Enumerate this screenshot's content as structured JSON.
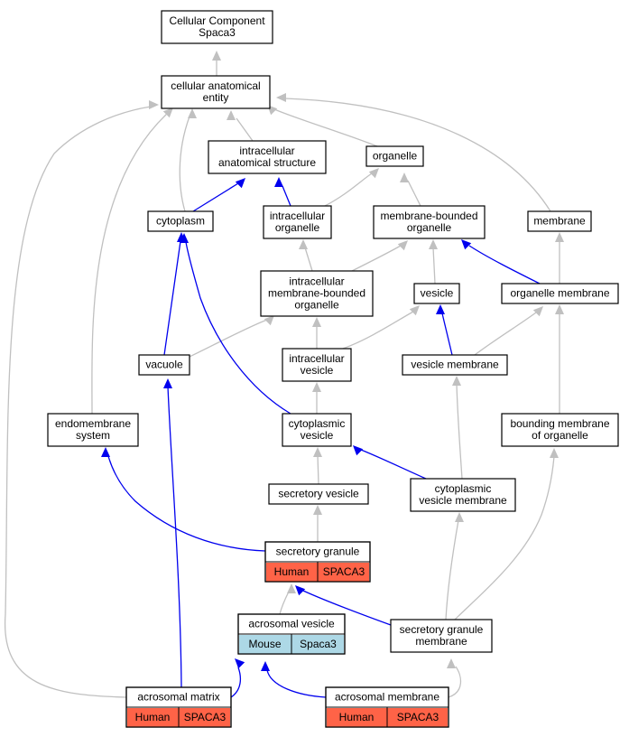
{
  "colors": {
    "is_a": "#c0c0c0",
    "part_of": "#0000ee",
    "human": "#ff6347",
    "mouse": "#add8e6"
  },
  "nodes": {
    "root": [
      "Cellular Component",
      "Spaca3"
    ],
    "cae": [
      "cellular anatomical",
      "entity"
    ],
    "ias": [
      "intracellular",
      "anatomical structure"
    ],
    "organelle": [
      "organelle"
    ],
    "cytoplasm": [
      "cytoplasm"
    ],
    "iorg": [
      "intracellular",
      "organelle"
    ],
    "mbo": [
      "membrane-bounded",
      "organelle"
    ],
    "membrane": [
      "membrane"
    ],
    "imbo": [
      "intracellular",
      "membrane-bounded",
      "organelle"
    ],
    "vesicle": [
      "vesicle"
    ],
    "orgmem": [
      "organelle membrane"
    ],
    "vacuole": [
      "vacuole"
    ],
    "ivesicle": [
      "intracellular",
      "vesicle"
    ],
    "vesmem": [
      "vesicle membrane"
    ],
    "endo": [
      "endomembrane",
      "system"
    ],
    "cytves": [
      "cytoplasmic",
      "vesicle"
    ],
    "bmo": [
      "bounding membrane",
      "of organelle"
    ],
    "cvm": [
      "cytoplasmic",
      "vesicle membrane"
    ],
    "secves": [
      "secretory vesicle"
    ],
    "secgran": [
      "secretory granule"
    ],
    "acrves": [
      "acrosomal vesicle"
    ],
    "sgm": [
      "secretory granule",
      "membrane"
    ],
    "acrmat": [
      "acrosomal matrix"
    ],
    "acrmem": [
      "acrosomal membrane"
    ]
  },
  "annotations": {
    "secgran": [
      {
        "species": "Human",
        "gene": "SPACA3"
      }
    ],
    "acrves": [
      {
        "species": "Mouse",
        "gene": "Spaca3"
      }
    ],
    "acrmat": [
      {
        "species": "Human",
        "gene": "SPACA3"
      }
    ],
    "acrmem": [
      {
        "species": "Human",
        "gene": "SPACA3"
      }
    ]
  }
}
